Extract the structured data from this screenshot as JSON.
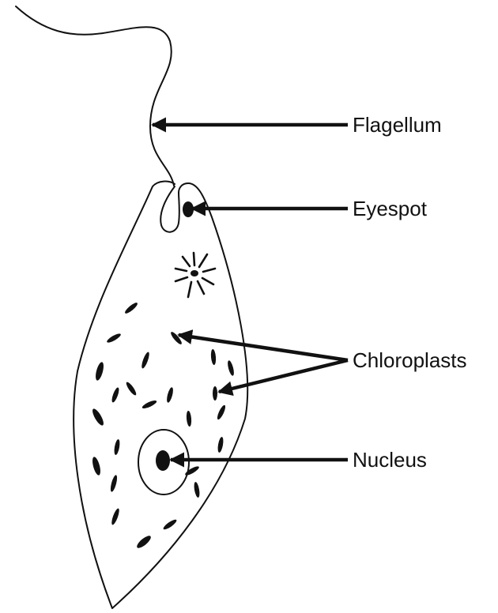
{
  "labels": {
    "flagellum": "Flagellum",
    "eyespot": "Eyespot",
    "chloroplasts": "Chloroplasts",
    "nucleus": "Nucleus"
  }
}
